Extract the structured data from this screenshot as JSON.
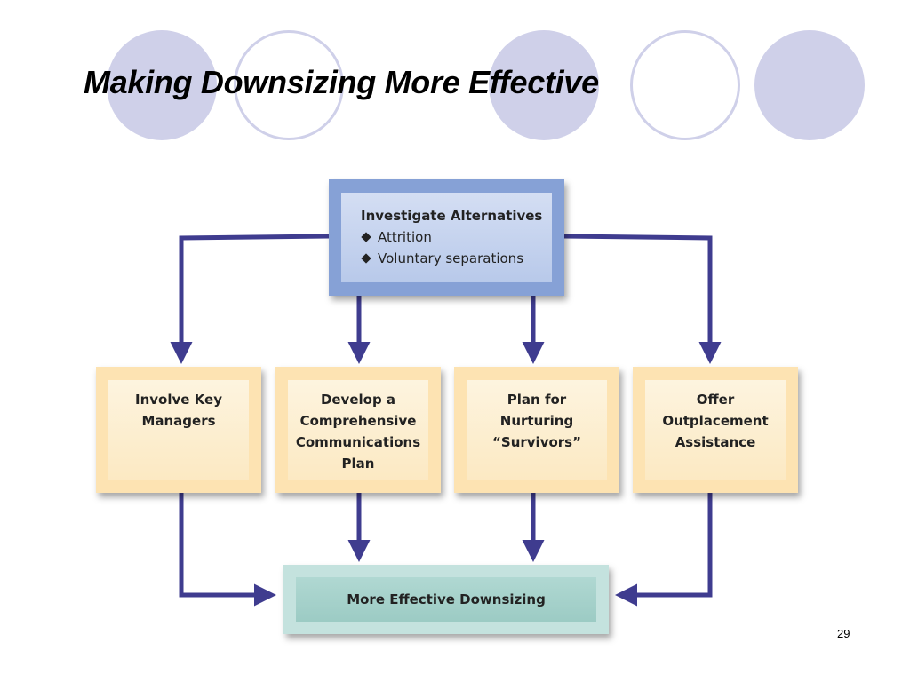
{
  "slide": {
    "title": "Making Downsizing More Effective",
    "page_number": "29"
  },
  "diagram": {
    "top": {
      "heading": "Investigate Alternatives",
      "items": [
        "Attrition",
        "Voluntary separations"
      ]
    },
    "steps": [
      {
        "lines": [
          "Involve Key",
          "Managers"
        ]
      },
      {
        "lines": [
          "Develop a",
          "Comprehensive",
          "Communications",
          "Plan"
        ]
      },
      {
        "lines": [
          "Plan for",
          "Nurturing",
          "“Survivors”"
        ]
      },
      {
        "lines": [
          "Offer",
          "Outplacement",
          "Assistance"
        ]
      }
    ],
    "result": "More Effective Downsizing"
  },
  "colors": {
    "arrow": "#3f3c8f",
    "circle": "#cfd0e9",
    "top_box": "#86a1d6",
    "step_box": "#fde3b2",
    "result_box": "#c4e2de"
  }
}
